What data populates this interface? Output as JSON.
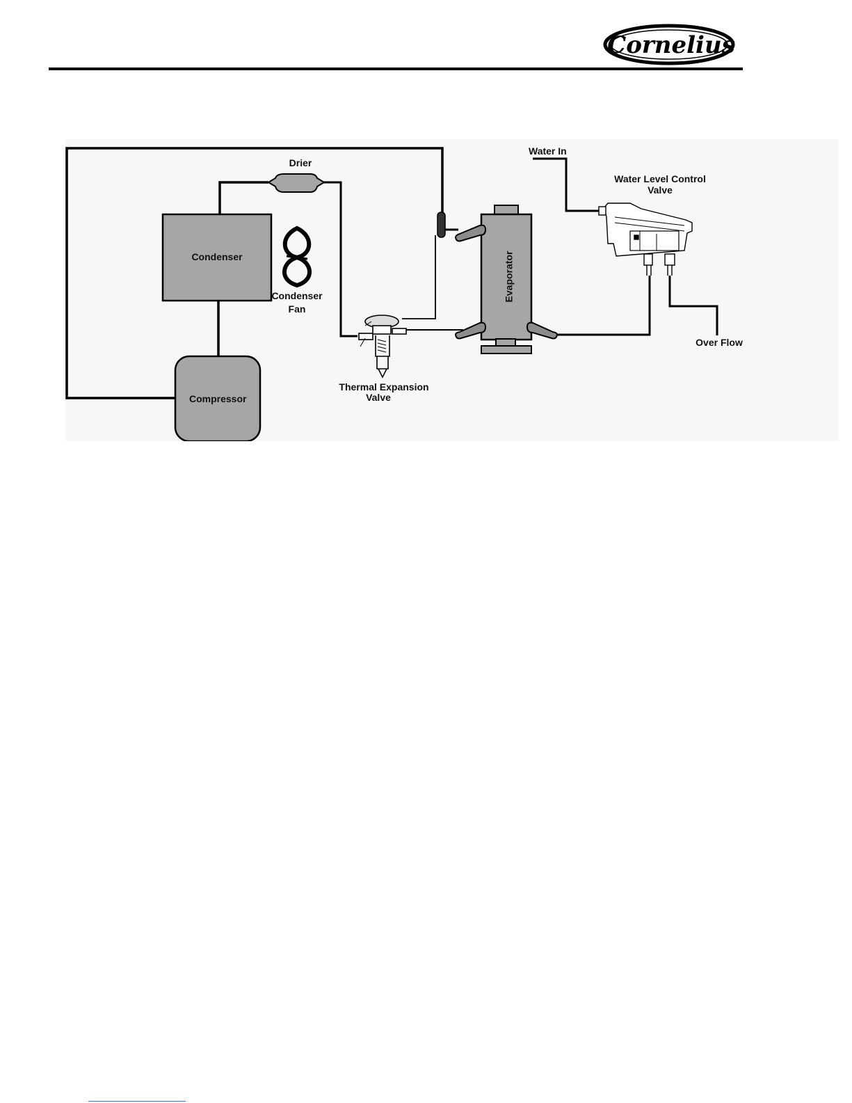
{
  "header": {
    "brand": "Cornelius",
    "brand_registered_mark": "®"
  },
  "diagram": {
    "components": {
      "condenser": "Condenser",
      "condenser_fan_line1": "Condenser",
      "condenser_fan_line2": "Fan",
      "compressor": "Compressor",
      "drier": "Drier",
      "txv_line1": "Thermal Expansion",
      "txv_line2": "Valve",
      "evaporator": "Evaporator",
      "water_in": "Water In",
      "wlcv_line1": "Water Level Control",
      "wlcv_line2": "Valve",
      "over_flow": "Over Flow"
    },
    "colors": {
      "component_fill": "#a6a6a6",
      "line": "#000000",
      "background": "#f7f7f7"
    }
  }
}
